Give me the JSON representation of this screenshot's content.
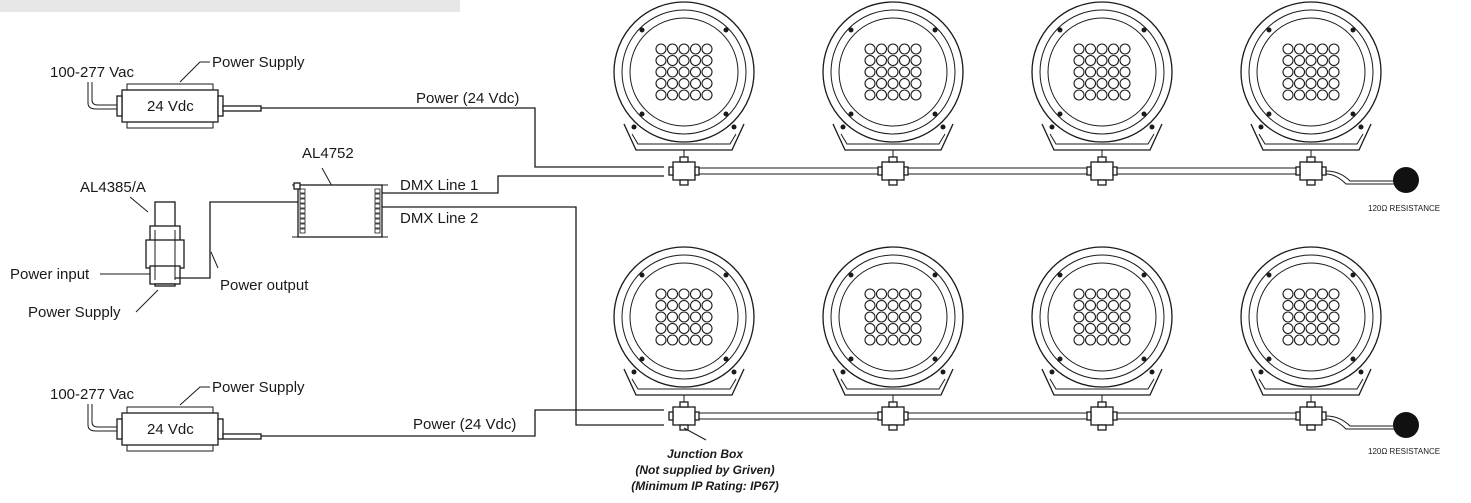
{
  "top_bar": {
    "visible": true
  },
  "power_supply_top": {
    "input_label": "100-277 Vac",
    "name_label": "Power Supply",
    "body_label": "24 Vdc",
    "output_label": "Power (24 Vdc)"
  },
  "power_supply_bottom": {
    "input_label": "100-277 Vac",
    "name_label": "Power Supply",
    "body_label": "24 Vdc",
    "output_label": "Power (24 Vdc)"
  },
  "dmx_controller": {
    "model": "AL4752",
    "line1_label": "DMX Line 1",
    "line2_label": "DMX Line 2"
  },
  "din_power_supply": {
    "model": "AL4385/A",
    "input_label": "Power input",
    "output_label": "Power output",
    "name_label": "Power Supply"
  },
  "rows": [
    {
      "fixture_count": 4,
      "termination_label": "120Ω RESISTANCE"
    },
    {
      "fixture_count": 4,
      "termination_label": "120Ω RESISTANCE"
    }
  ],
  "junction_box_note": {
    "line1": "Junction Box",
    "line2": "(Not supplied by Griven)",
    "line3": "(Minimum IP Rating: IP67)"
  }
}
